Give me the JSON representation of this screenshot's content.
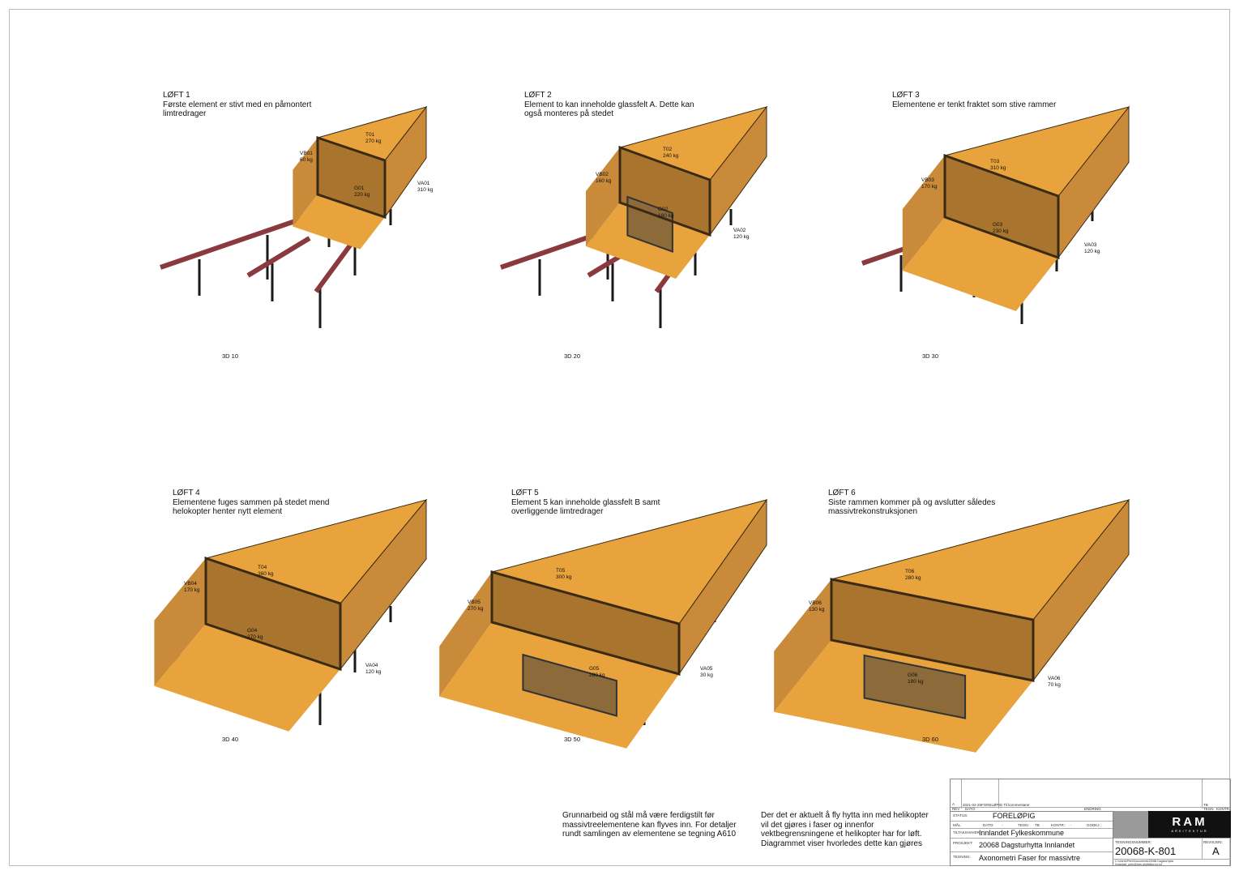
{
  "panels": [
    {
      "heading": "LØFT 1",
      "text": "Første element er stivt med en påmontert\nlimtredrager",
      "caption": "3D 10",
      "tags": [
        {
          "id": "T01",
          "w": "270 kg"
        },
        {
          "id": "VB01",
          "w": "60 kg"
        },
        {
          "id": "G01",
          "w": "220 kg"
        },
        {
          "id": "VA01",
          "w": "310 kg"
        }
      ]
    },
    {
      "heading": "LØFT 2",
      "text": "Element to kan inneholde glassfelt A. Dette kan\nogså monteres på stedet",
      "caption": "3D 20",
      "tags": [
        {
          "id": "T02",
          "w": "240 kg"
        },
        {
          "id": "VB02",
          "w": "160 kg"
        },
        {
          "id": "G02",
          "w": "180 kg"
        },
        {
          "id": "VA02",
          "w": "120 kg"
        }
      ]
    },
    {
      "heading": "LØFT 3",
      "text": "Elementene er tenkt fraktet som stive rammer",
      "caption": "3D 30",
      "tags": [
        {
          "id": "T03",
          "w": "310 kg"
        },
        {
          "id": "VB03",
          "w": "170 kg"
        },
        {
          "id": "G03",
          "w": "230 kg"
        },
        {
          "id": "VA03",
          "w": "120 kg"
        }
      ]
    },
    {
      "heading": "LØFT 4",
      "text": "Elementene fuges sammen på stedet mend\nhelokopter henter nytt element",
      "caption": "3D 40",
      "tags": [
        {
          "id": "T04",
          "w": "360 kg"
        },
        {
          "id": "VB04",
          "w": "170 kg"
        },
        {
          "id": "G04",
          "w": "270 kg"
        },
        {
          "id": "VA04",
          "w": "120 kg"
        }
      ]
    },
    {
      "heading": "LØFT 5",
      "text": "Element 5 kan inneholde glassfelt B samt\noverliggende limtredrager",
      "caption": "3D 50",
      "tags": [
        {
          "id": "T05",
          "w": "300 kg"
        },
        {
          "id": "VB05",
          "w": "270 kg"
        },
        {
          "id": "G05",
          "w": "260 kg"
        },
        {
          "id": "VA05",
          "w": "30 kg"
        }
      ]
    },
    {
      "heading": "LØFT 6",
      "text": "Siste rammen kommer på og avslutter således\nmassivtrekonstruksjonen",
      "caption": "3D 60",
      "tags": [
        {
          "id": "T06",
          "w": "280 kg"
        },
        {
          "id": "VB06",
          "w": "130 kg"
        },
        {
          "id": "G06",
          "w": "180 kg"
        },
        {
          "id": "VA06",
          "w": "70 kg"
        }
      ]
    }
  ],
  "notes": [
    "Grunnarbeid og stål må være ferdigstilt før\nmassivtreelementene kan flyves inn. For detaljer\nrundt samlingen av elementene se tegning A610",
    "Der det er aktuelt å fly hytta inn med helikopter\nvil det gjøres i faser og innenfor\nvektbegrensningene et helikopter har for løft.\nDiagrammet viser hvorledes dette kan gjøres"
  ],
  "title_block": {
    "rev_row": {
      "rev": "A",
      "dato": "2021-02-25",
      "endring": "FORELØPIG Til kommentarer",
      "tegn": "TB"
    },
    "headers": {
      "rev": "REV",
      "dato": "DATO",
      "endring": "ENDRING",
      "tegn": "TEGN",
      "kontr": "KONTR."
    },
    "status_label": "STATUS:",
    "status": "FORELØPIG",
    "mal_label": "MÅL:",
    "dato_label": "DATO:",
    "dato": "-",
    "tegn_label": "TEGN:",
    "tegn": "TB",
    "kontr_label": "KONTR.:",
    "kontr": "-",
    "godkj_label": "GODKJ.:",
    "tiltakshaver_label": "TILTAKSHAVER:",
    "tiltakshaver": "Innlandet Fylkeskommune",
    "prosjekt_label": "PROSJEKT:",
    "prosjekt": "20068 Dagsturhytta Innlandet",
    "tegning_label": "TEGNING:",
    "tegning": "Axonometri Faser for massivtre",
    "tegningsnummer_label": "TEGNINGSNUMMER:",
    "tegningsnummer": "20068-K-801",
    "revisjon_label": "REVISJON:",
    "revisjon": "A",
    "path": "C:\\Users\\Peer\\Documents\\20068 Dagsturhytta\nInnlandet_peer@ram-arkitektur.no.rvt",
    "logo": "RAM",
    "logo_sub": "ARKITEKTUR"
  },
  "colors": {
    "wood_top": "#e8a33c",
    "wood_side": "#c98a3a",
    "wood_dark": "#a8742e",
    "edge": "#3a2a14",
    "steel": "#8a3a3e",
    "post": "#1a1a1a",
    "logo_bg": "#111111",
    "logo_grey": "#9a9a9a"
  }
}
